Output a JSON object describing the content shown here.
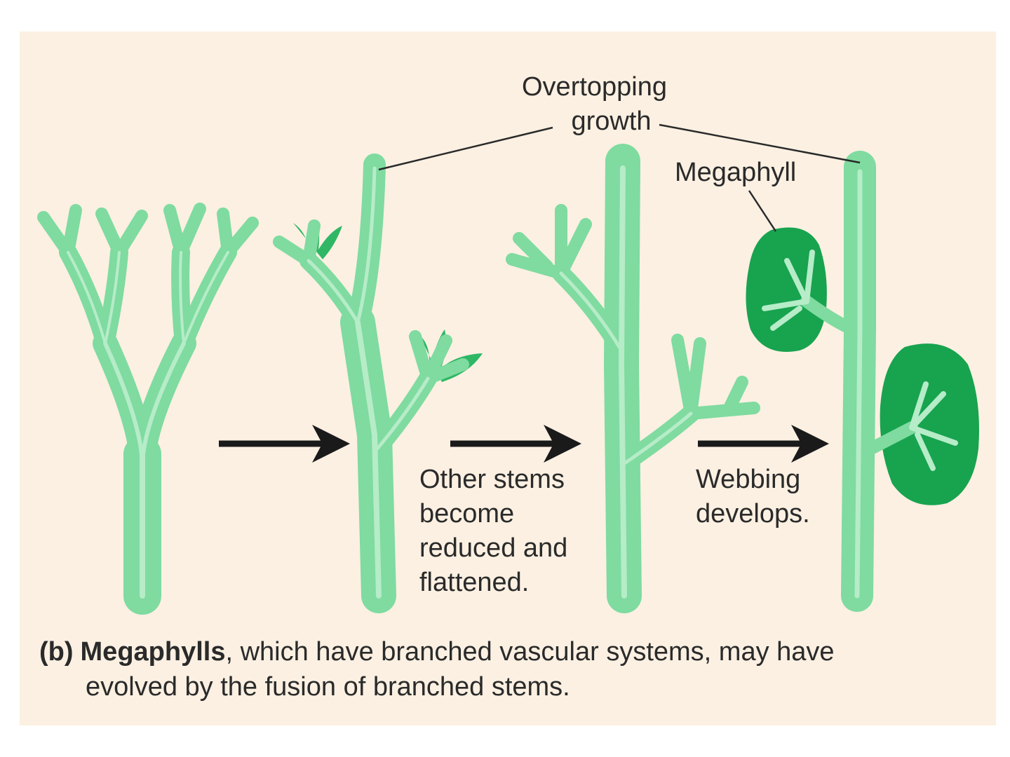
{
  "labels": {
    "overtopping": [
      "Overtopping",
      "growth"
    ],
    "megaphyll": "Megaphyll",
    "other_stems": [
      "Other stems",
      "become",
      "reduced and",
      "flattened."
    ],
    "webbing": [
      "Webbing",
      "develops."
    ]
  },
  "caption": {
    "prefix": "(b)",
    "term": "Megaphylls",
    "line1_rest": ", which have branched vascular systems, may have",
    "line2": "evolved by the fusion of branched stems."
  },
  "colors": {
    "background": "#fbf0e2",
    "stem": "#7fdba0",
    "stem_highlight": "#b6ecc8",
    "leaf": "#18a34f",
    "arrow": "#1a1a1a",
    "leader_line": "#2a2a2a"
  }
}
